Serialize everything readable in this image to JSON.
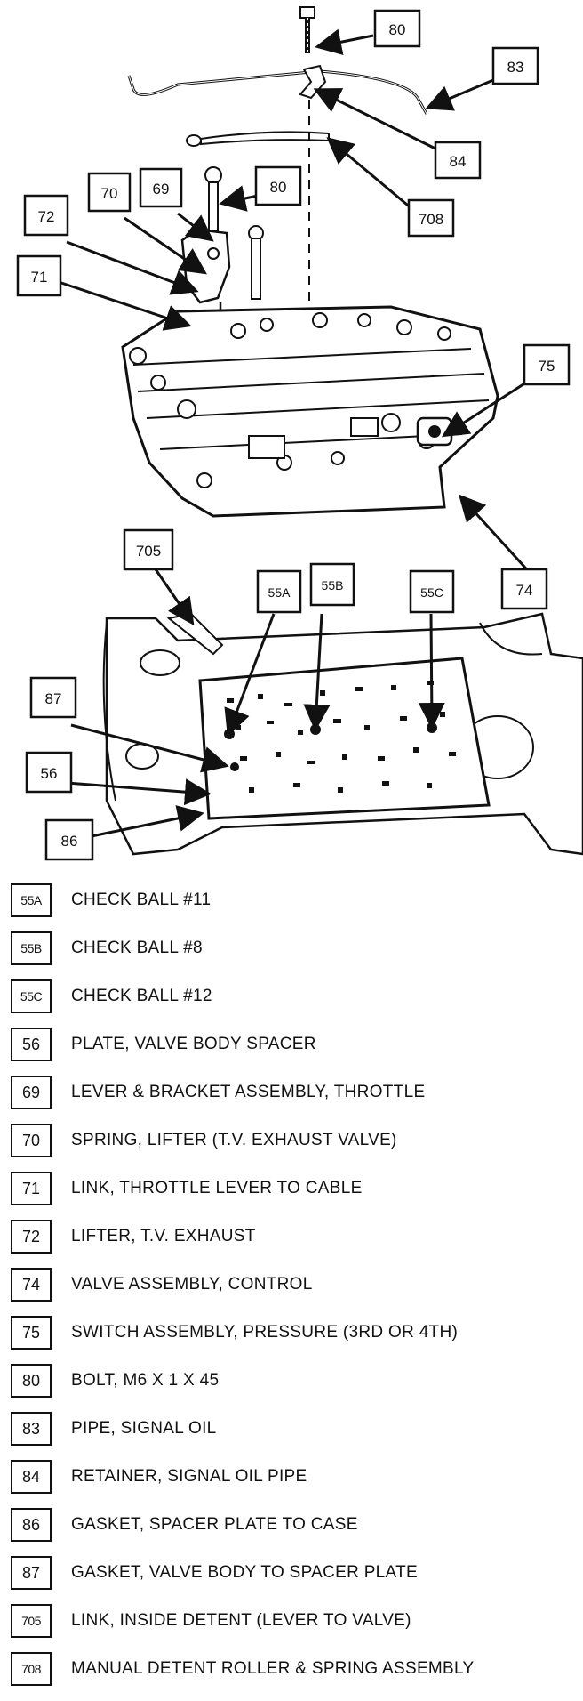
{
  "callouts": {
    "c80a": "80",
    "c83": "83",
    "c84": "84",
    "c708": "708",
    "c70": "70",
    "c69": "69",
    "c80b": "80",
    "c72": "72",
    "c71": "71",
    "c75": "75",
    "c74": "74",
    "c705": "705",
    "c55a": "55A",
    "c55b": "55B",
    "c55c": "55C",
    "c87": "87",
    "c56": "56",
    "c86": "86"
  },
  "legend": [
    {
      "num": "55A",
      "text": "CHECK BALL #11"
    },
    {
      "num": "55B",
      "text": "CHECK BALL #8"
    },
    {
      "num": "55C",
      "text": "CHECK BALL #12"
    },
    {
      "num": "56",
      "text": "PLATE, VALVE BODY SPACER"
    },
    {
      "num": "69",
      "text": "LEVER & BRACKET ASSEMBLY, THROTTLE"
    },
    {
      "num": "70",
      "text": "SPRING, LIFTER (T.V. EXHAUST VALVE)"
    },
    {
      "num": "71",
      "text": "LINK, THROTTLE LEVER TO CABLE"
    },
    {
      "num": "72",
      "text": "LIFTER, T.V. EXHAUST"
    },
    {
      "num": "74",
      "text": "VALVE ASSEMBLY, CONTROL"
    },
    {
      "num": "75",
      "text": "SWITCH ASSEMBLY, PRESSURE (3RD OR 4TH)"
    },
    {
      "num": "80",
      "text": "BOLT, M6 X 1 X 45"
    },
    {
      "num": "83",
      "text": "PIPE, SIGNAL OIL"
    },
    {
      "num": "84",
      "text": "RETAINER, SIGNAL OIL PIPE"
    },
    {
      "num": "86",
      "text": "GASKET, SPACER PLATE TO CASE"
    },
    {
      "num": "87",
      "text": "GASKET, VALVE BODY TO SPACER PLATE"
    },
    {
      "num": "705",
      "text": "LINK, INSIDE DETENT (LEVER TO VALVE)"
    },
    {
      "num": "708",
      "text": "MANUAL DETENT ROLLER & SPRING ASSEMBLY"
    }
  ]
}
